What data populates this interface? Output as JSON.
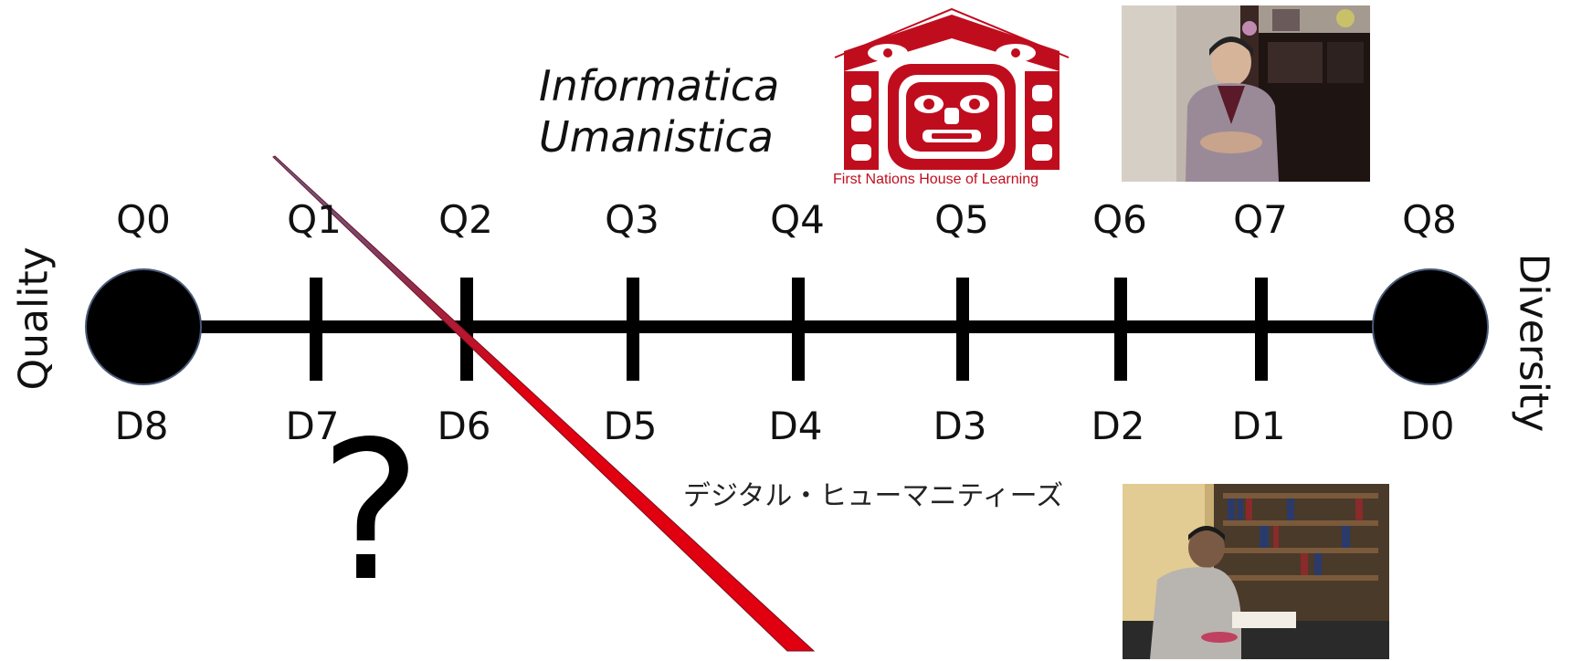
{
  "title_lines": [
    "Informatica",
    "Umanistica"
  ],
  "japanese_text": "デジタル・ヒューマニティーズ",
  "question_mark": "?",
  "axis": {
    "left_label": "Quality",
    "right_label": "Diversity",
    "top_labels": [
      "Q0",
      "Q1",
      "Q2",
      "Q3",
      "Q4",
      "Q5",
      "Q6",
      "Q7",
      "Q8"
    ],
    "bottom_labels": [
      "D8",
      "D7",
      "D6",
      "D5",
      "D4",
      "D3",
      "D2",
      "D1",
      "D0"
    ]
  },
  "logo": {
    "caption": "First Nations House of Learning",
    "color": "#c00d1e"
  },
  "colors": {
    "axis": "#000000",
    "slash": "#e00010"
  }
}
